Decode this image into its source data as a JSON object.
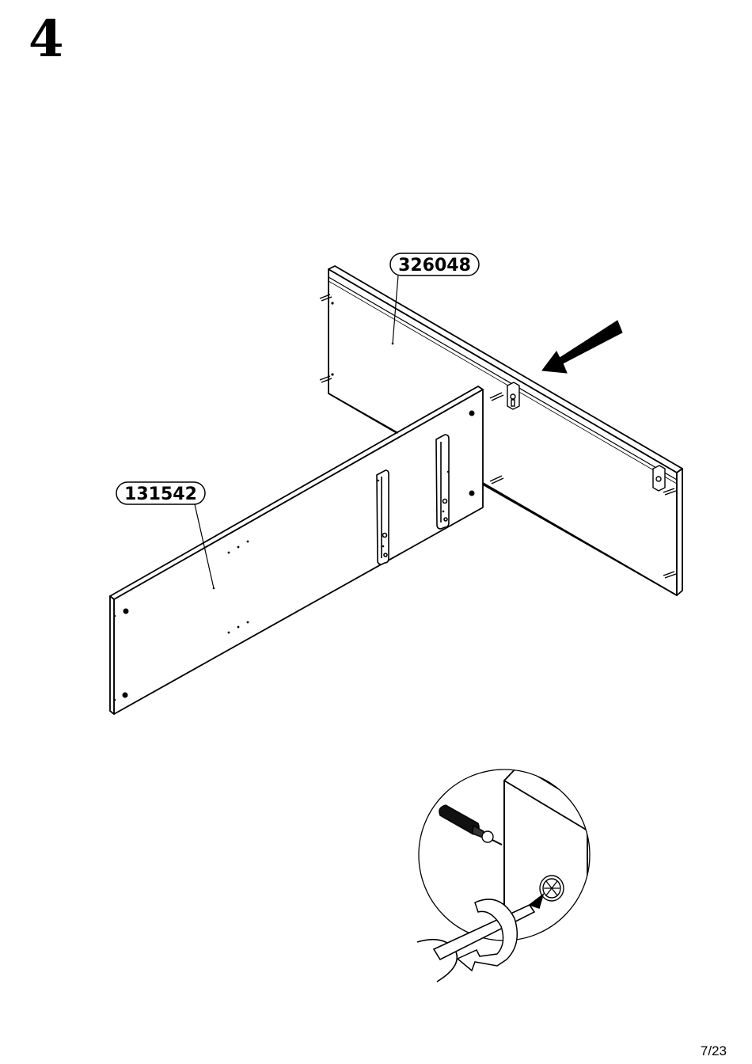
{
  "step": {
    "number": "4"
  },
  "parts": {
    "back_panel": {
      "code": "326048"
    },
    "side_panel": {
      "code": "131542"
    }
  },
  "detail": {
    "tool": "screwdriver-icon",
    "fastener": "cam-lock-icon",
    "direction": "clockwise-rotation-arrow"
  },
  "page": {
    "number": "7/23"
  }
}
